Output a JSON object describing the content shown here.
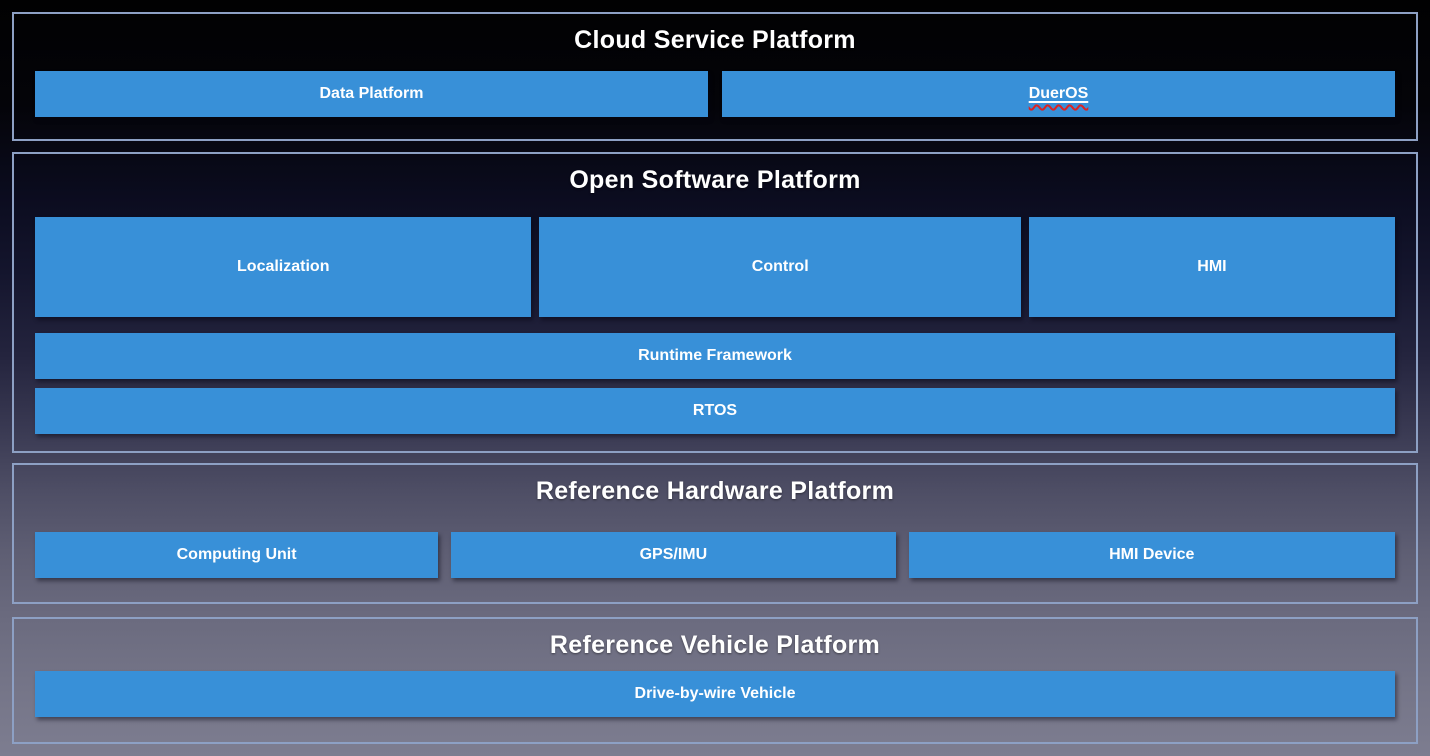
{
  "colors": {
    "box_blue": "#3890d8",
    "section_border": "#8da0c4",
    "squiggle_red": "#dd2222",
    "title_text": "#ffffff"
  },
  "diagram": {
    "cloud": {
      "title": "Cloud Service Platform",
      "boxes": [
        {
          "label": "Data Platform"
        },
        {
          "label": "DuerOS"
        }
      ]
    },
    "software": {
      "title": "Open Software Platform",
      "modules": [
        "Localization",
        "Control",
        "HMI"
      ],
      "runtime_label": "Runtime Framework",
      "rtos_label": "RTOS"
    },
    "hardware": {
      "title": "Reference Hardware Platform",
      "devices": [
        "Computing Unit",
        "GPS/IMU",
        "HMI Device"
      ]
    },
    "vehicle": {
      "title": "Reference Vehicle Platform",
      "bar_label": "Drive-by-wire Vehicle"
    }
  }
}
